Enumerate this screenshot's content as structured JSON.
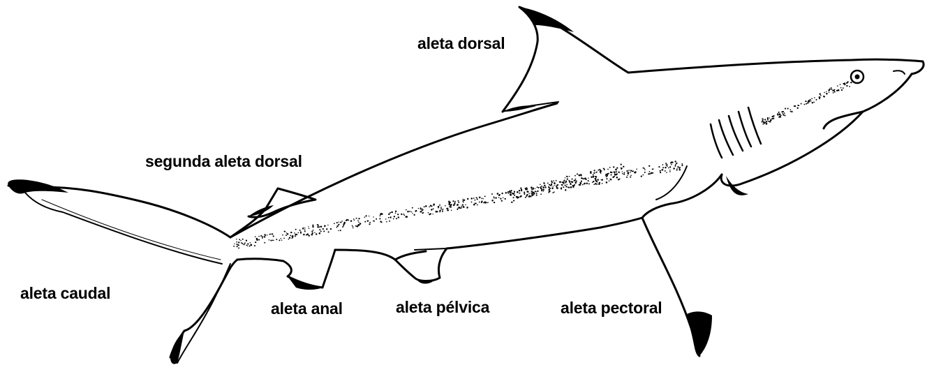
{
  "labels": {
    "dorsal_fin": "aleta dorsal",
    "second_dorsal_fin": "segunda aleta dorsal",
    "caudal_fin": "aleta caudal",
    "anal_fin": "aleta anal",
    "pelvic_fin": "aleta pélvica",
    "pectoral_fin": "aleta pectoral"
  },
  "colors": {
    "ink": "#000000",
    "background": "#ffffff"
  }
}
